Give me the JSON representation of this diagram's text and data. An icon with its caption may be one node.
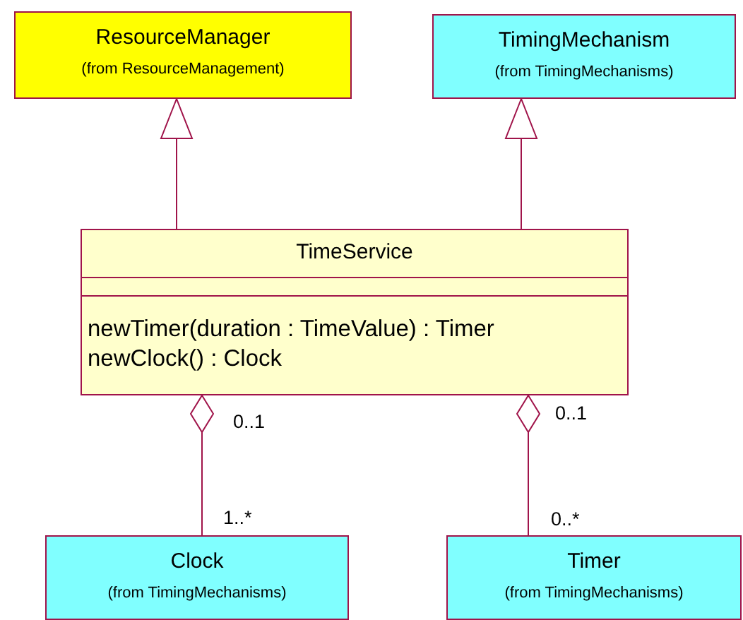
{
  "diagram": {
    "nodes": [
      {
        "text": [
          "ResourceManager",
          "(from ResourceManagement)"
        ]
      },
      {
        "text": [
          "TimingMechanism",
          "(from TimingMechanisms)"
        ]
      },
      {
        "text": [
          "TimeService",
          "newTimer(duration : TimeValue) : Timer",
          "newClock() : Clock"
        ]
      },
      {
        "text": [
          "Clock",
          "(from TimingMechanisms)"
        ]
      },
      {
        "text": [
          "Timer",
          "(from TimingMechanisms)"
        ]
      }
    ],
    "edges": [
      {
        "from": 2,
        "to": 0,
        "arrow": "to"
      },
      {
        "from": 2,
        "to": 1,
        "arrow": "to"
      },
      {
        "from": 2,
        "to": 3,
        "arrow": "other"
      },
      {
        "from": 2,
        "to": 4,
        "arrow": "other"
      }
    ],
    "labels": [
      "0..1",
      "1..*",
      "0..1",
      "0..*"
    ]
  }
}
